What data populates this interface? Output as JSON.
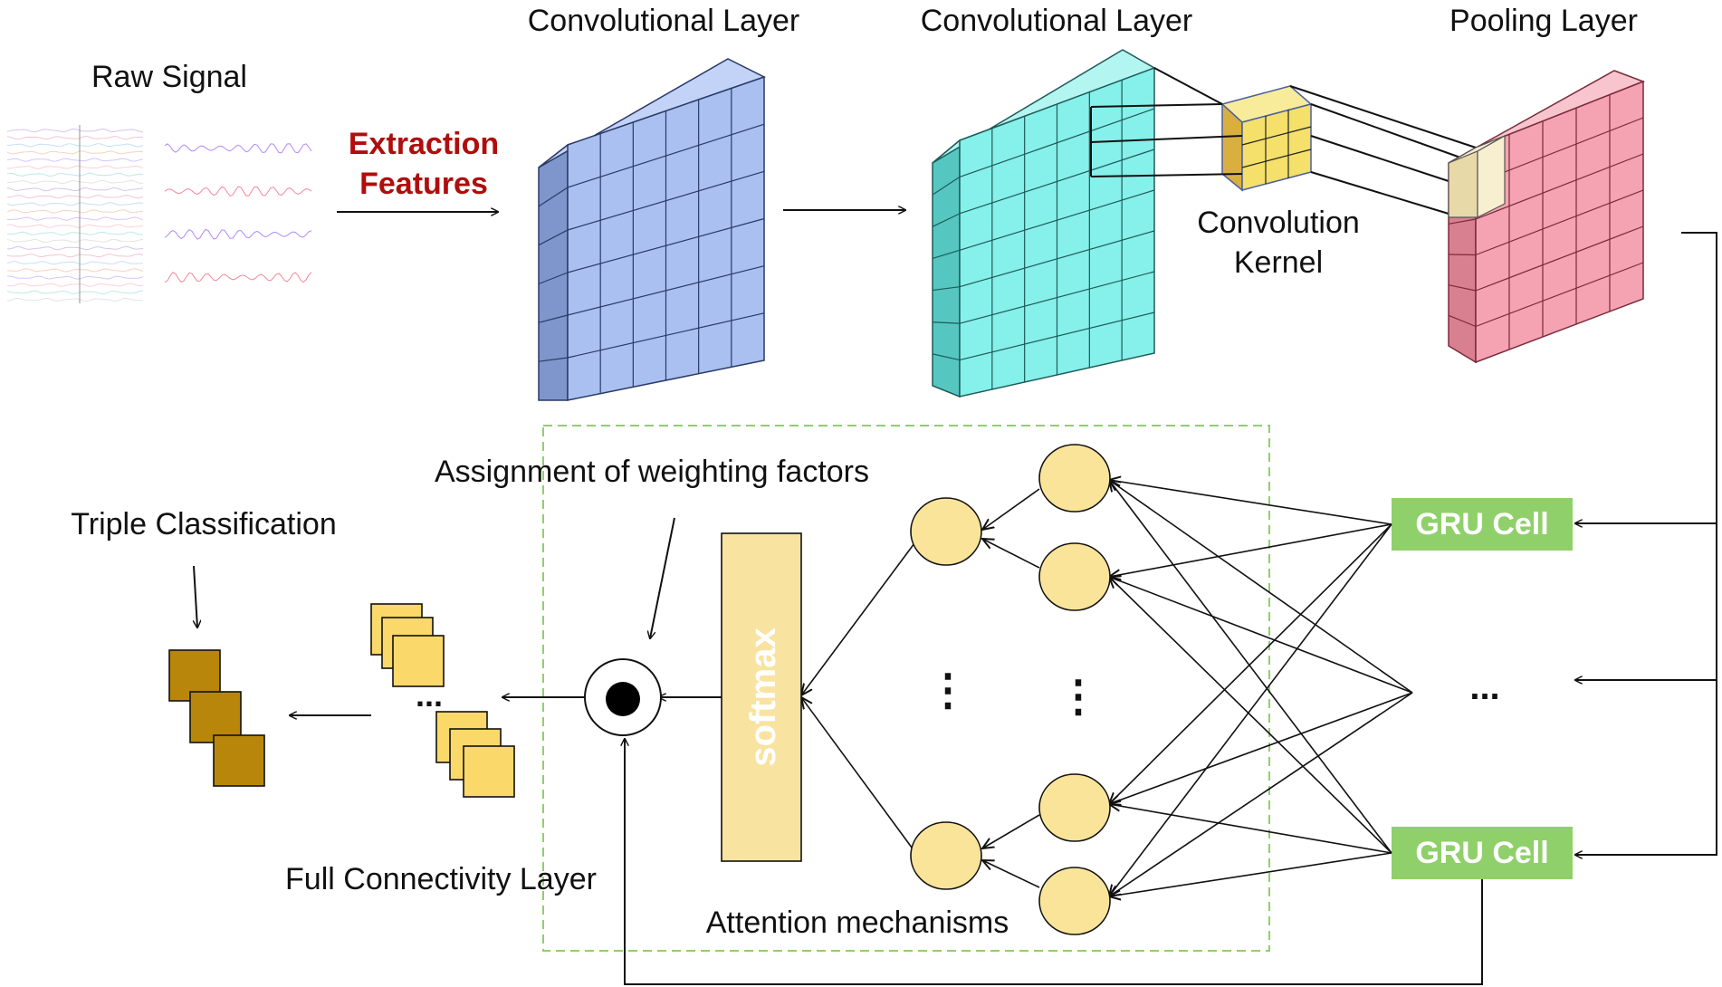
{
  "labels": {
    "raw_signal": "Raw Signal",
    "extraction_line1": "Extraction",
    "extraction_line2": "Features",
    "conv_layer_1": "Convolutional Layer",
    "conv_layer_2": "Convolutional Layer",
    "pooling_layer": "Pooling Layer",
    "conv_kernel_line1": "Convolution",
    "conv_kernel_line2": "Kernel",
    "assignment_weighting": "Assignment of weighting factors",
    "triple_classification": "Triple Classification",
    "full_connectivity": "Full Connectivity Layer",
    "attention_mechanisms": "Attention mechanisms",
    "softmax": "softmax",
    "gru_cell_top": "GRU Cell",
    "gru_cell_bottom": "GRU Cell",
    "ellipsis_fc": "...",
    "ellipsis_gru": "...",
    "ellipsis_att_left": "⋮",
    "ellipsis_att_right": "⋮"
  },
  "colors": {
    "conv1_face": "#a9c0f0",
    "conv2_face": "#86f0ea",
    "pool_face": "#f5a3b3",
    "kernel_face": "#f4e06a",
    "gru_fill": "#8fd06a",
    "attention_node": "#fae49a",
    "softmax_fill": "#f9e3a0",
    "fc_square": "#fbd86a",
    "output_square": "#b8860b",
    "extraction_text": "#b00d0d",
    "attention_border": "#8fd06a"
  }
}
